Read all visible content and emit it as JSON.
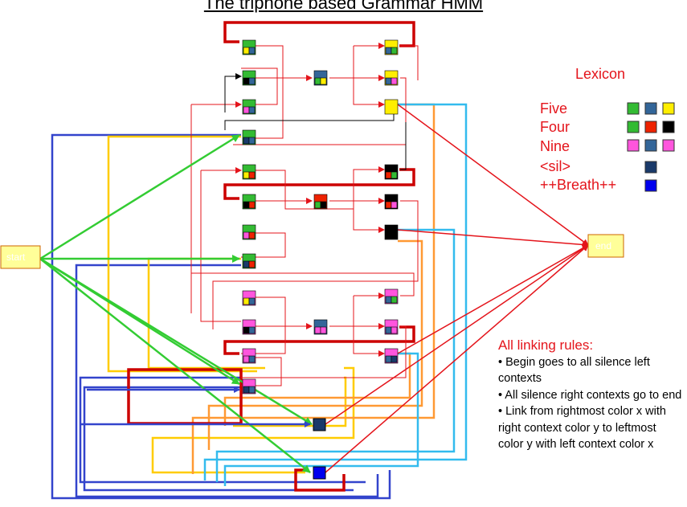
{
  "title": "The triphone based Grammar HMM",
  "nodes": {
    "start": "start",
    "end": "end"
  },
  "lexicon": {
    "title": "Lexicon",
    "entries": [
      {
        "word": "Five",
        "colors": [
          "#33bb33",
          "#336699",
          "#ffee00"
        ]
      },
      {
        "word": "Four",
        "colors": [
          "#33bb33",
          "#ee2200",
          "#000000"
        ]
      },
      {
        "word": "Nine",
        "colors": [
          "#ff55dd",
          "#336699",
          "#ff55dd"
        ]
      },
      {
        "word": "<sil>",
        "colors": [
          "#1a3a6a"
        ]
      },
      {
        "word": "++Breath++",
        "colors": [
          "#0000ee"
        ]
      }
    ]
  },
  "rules": {
    "title": "All linking rules:",
    "items": [
      "• Begin goes to all silence left contexts",
      "• All silence right contexts go to end",
      "• Link from rightmost color x with right context color y to leftmost color y with left context color x"
    ]
  },
  "colors": {
    "five": "#33bb33",
    "blue": "#336699",
    "yellow": "#ffee00",
    "red": "#ee2200",
    "black": "#000000",
    "pink": "#ff55dd",
    "sil": "#1a3a6a",
    "breath": "#0000ee",
    "link_red": "#e4141b",
    "link_green": "#33cc33",
    "link_blue": "#3344cc",
    "link_yellow": "#ffcc00",
    "link_orange": "#ff9933",
    "link_cyan": "#33bbee",
    "dark_red": "#cc0000"
  }
}
